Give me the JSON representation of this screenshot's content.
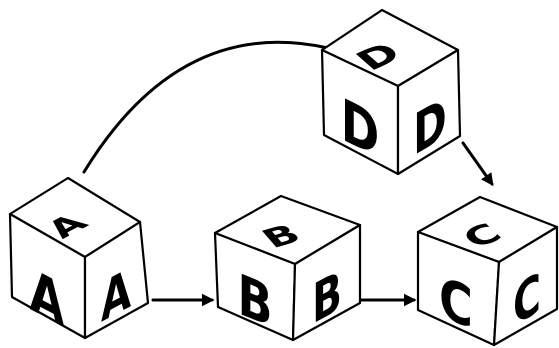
{
  "colors": {
    "ink": "#000000",
    "paper": "#ffffff"
  },
  "blocks": [
    {
      "id": "a",
      "top_letter": "A",
      "left_letter": "A",
      "right_letter": "A"
    },
    {
      "id": "b",
      "top_letter": "B",
      "left_letter": "B",
      "right_letter": "B"
    },
    {
      "id": "c",
      "top_letter": "C",
      "left_letter": "C",
      "right_letter": "C"
    },
    {
      "id": "d",
      "top_letter": "D",
      "left_letter": "D",
      "right_letter": "D"
    }
  ],
  "connections": [
    {
      "from": "a",
      "to": "b"
    },
    {
      "from": "b",
      "to": "c"
    },
    {
      "from": "a",
      "to": "d"
    },
    {
      "from": "d",
      "to": "c"
    }
  ]
}
